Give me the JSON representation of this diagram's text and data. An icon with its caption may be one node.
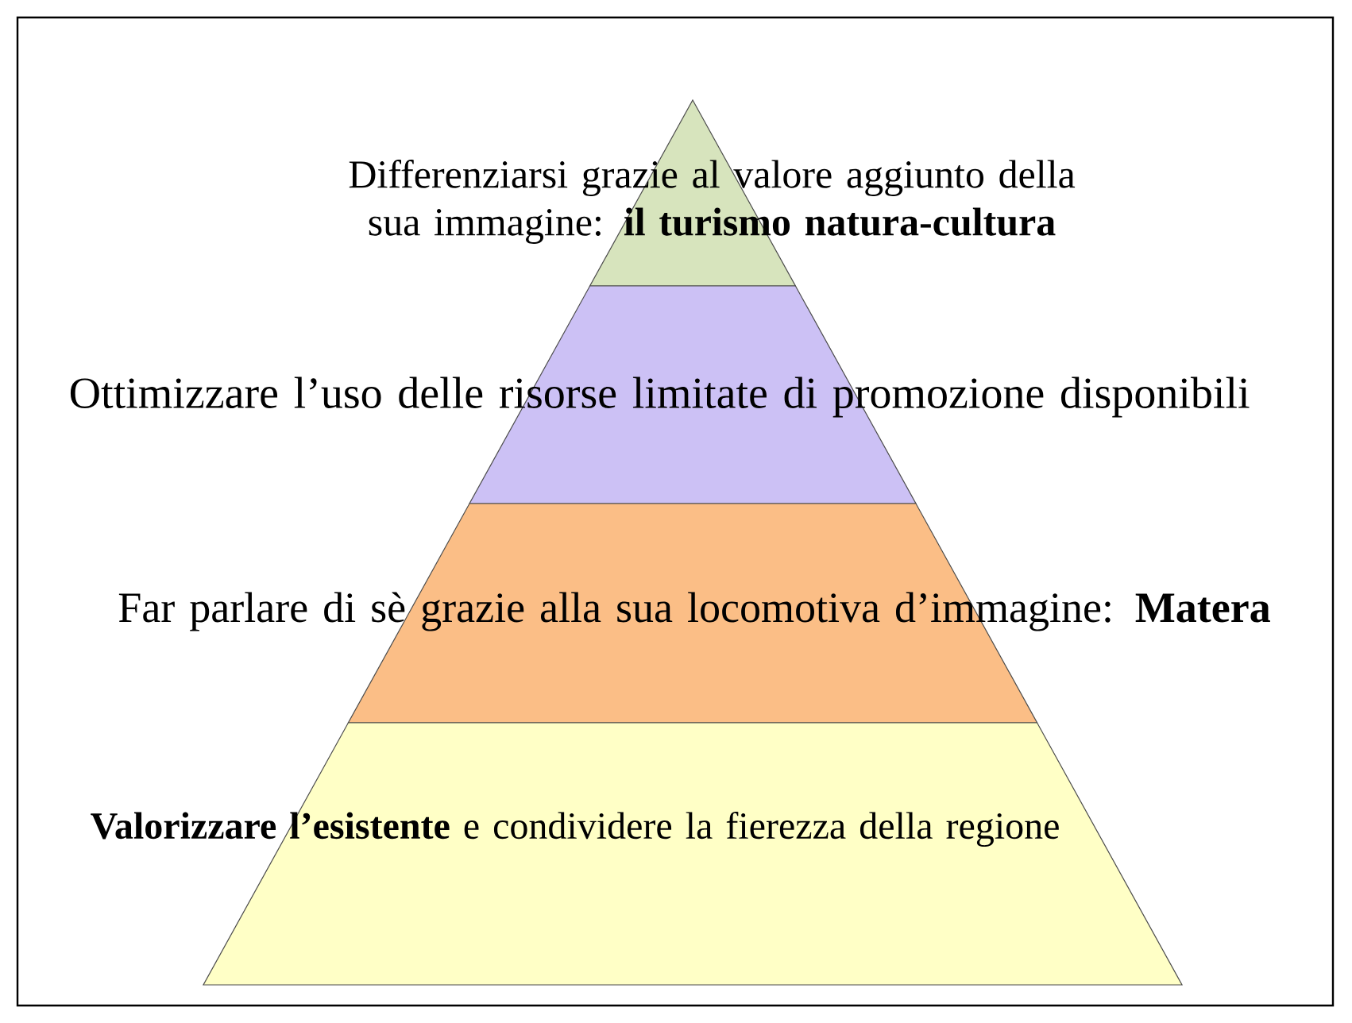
{
  "diagram": {
    "nodes": [
      {
        "text": [
          "Differenziarsi grazie al valore aggiunto della sua immagine: **il turismo natura-cultura**"
        ]
      },
      {
        "text": [
          "Ottimizzare l’uso delle risorse limitate di promozione disponibili"
        ]
      },
      {
        "text": [
          "Far parlare di sè grazie alla sua locomotiva d’immagine: **Matera**"
        ]
      },
      {
        "text": [
          "**Valorizzare l’esistente** e condividere la fierezza della regione"
        ]
      }
    ]
  }
}
